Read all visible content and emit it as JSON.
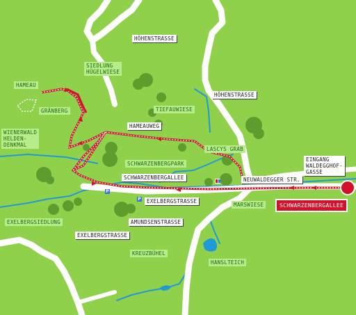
{
  "labels": {
    "hoehenstrasse_top": "HÖHENSTRASSE",
    "siedlung_huegelwiese": "SIEDLUNG\nHÜGELWIESE",
    "hameau": "HAMEAU",
    "hoehenstrasse_right": "HÖHENSTRASSE",
    "graenberg": "GRÄNBERG",
    "tiefauwiese": "TIEFAUWIESE",
    "wienerwald": "WIENERWALD\nHELDEN-\nDENKMAL",
    "hameauweg": "HAMEAUWEG",
    "lascys_grab": "LASCYS GRAB",
    "eingang": "EINGANG\nWALDEGGHOF-\nGASSE",
    "schwarzenbergpark": "SCHWARZENBERGPARK",
    "schwarzenbergallee_white": "SCHWARZENBERGALLEE",
    "neuwaldegger": "NEUWALDEGGER STR.",
    "exelbergstrasse_mid": "EXELBERGSTRASSE",
    "marswiese": "MARSWIESE",
    "schwarzenbergallee_red": "SCHWARZENBERGALLEE",
    "exelbergsiedlung": "EXELBERGSIEDLUNG",
    "amundsenstrasse": "AMUNDSENSTRASSE",
    "exelbergstrasse_left": "EXELBERGSTRASSE",
    "kreuzbuehel": "KREUZBÜHEL",
    "hanslteich": "HANSLTEICH"
  },
  "parking_symbol": "P",
  "colors": {
    "background": "#8fd14a",
    "road": "#ffffff",
    "water": "#1f9ad6",
    "trees": "#5e9c2e",
    "route": "#d2112a",
    "highlight": "#d2112a"
  }
}
